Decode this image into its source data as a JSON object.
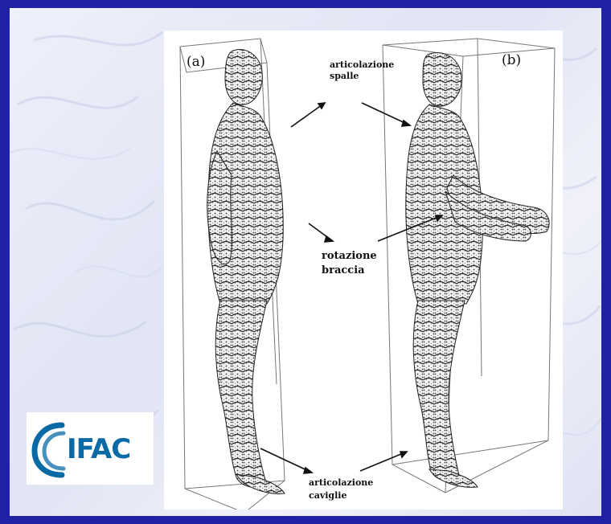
{
  "figure": {
    "panel_a": "(a)",
    "panel_b": "(b)",
    "shoulder_label_line1": "articolazione",
    "shoulder_label_line2": "spalle",
    "arm_label_line1": "rotazione",
    "arm_label_line2": "braccia",
    "ankle_label_line1": "articolazione",
    "ankle_label_line2": "caviglie"
  },
  "logo": {
    "text": "IFAC",
    "color": "#0a6aa6"
  },
  "colors": {
    "frame": "#2121a6",
    "background": "#e6e9f6"
  }
}
